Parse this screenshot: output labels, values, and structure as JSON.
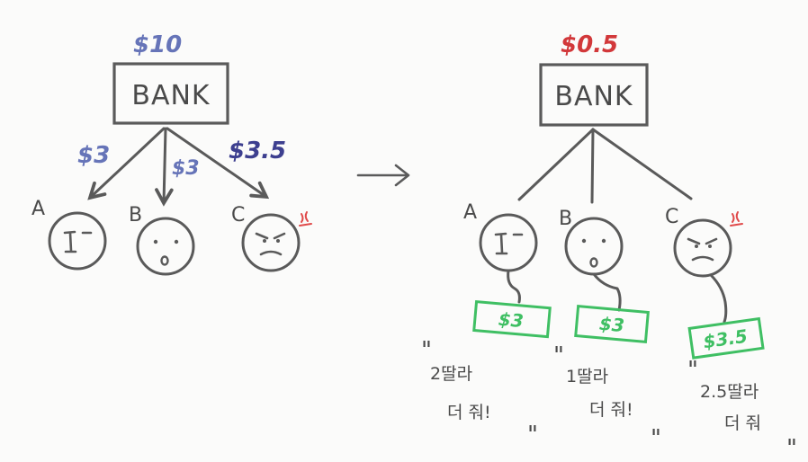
{
  "colors": {
    "ink": "#5a5a5a",
    "blue": "#6674b8",
    "navy": "#3d3f8f",
    "red": "#d2383a",
    "green": "#3fbf63",
    "anger": "#e04a4a"
  },
  "left": {
    "bank_label": "BANK",
    "bank_amount": "$10",
    "to_a": "$3",
    "to_b": "$3",
    "to_c": "$3.5",
    "people": [
      "A",
      "B",
      "C"
    ]
  },
  "arrow_icon": "right-arrow",
  "right": {
    "bank_label": "BANK",
    "bank_amount": "$0.5",
    "people": [
      "A",
      "B",
      "C"
    ],
    "bills": [
      "$3",
      "$3",
      "$3.5"
    ],
    "quotes": [
      {
        "line1": "2딸라",
        "line2": "더 줘!"
      },
      {
        "line1": "1딸라",
        "line2": "더 줘!"
      },
      {
        "line1": "2.5딸라",
        "line2": "더 줘"
      }
    ]
  }
}
